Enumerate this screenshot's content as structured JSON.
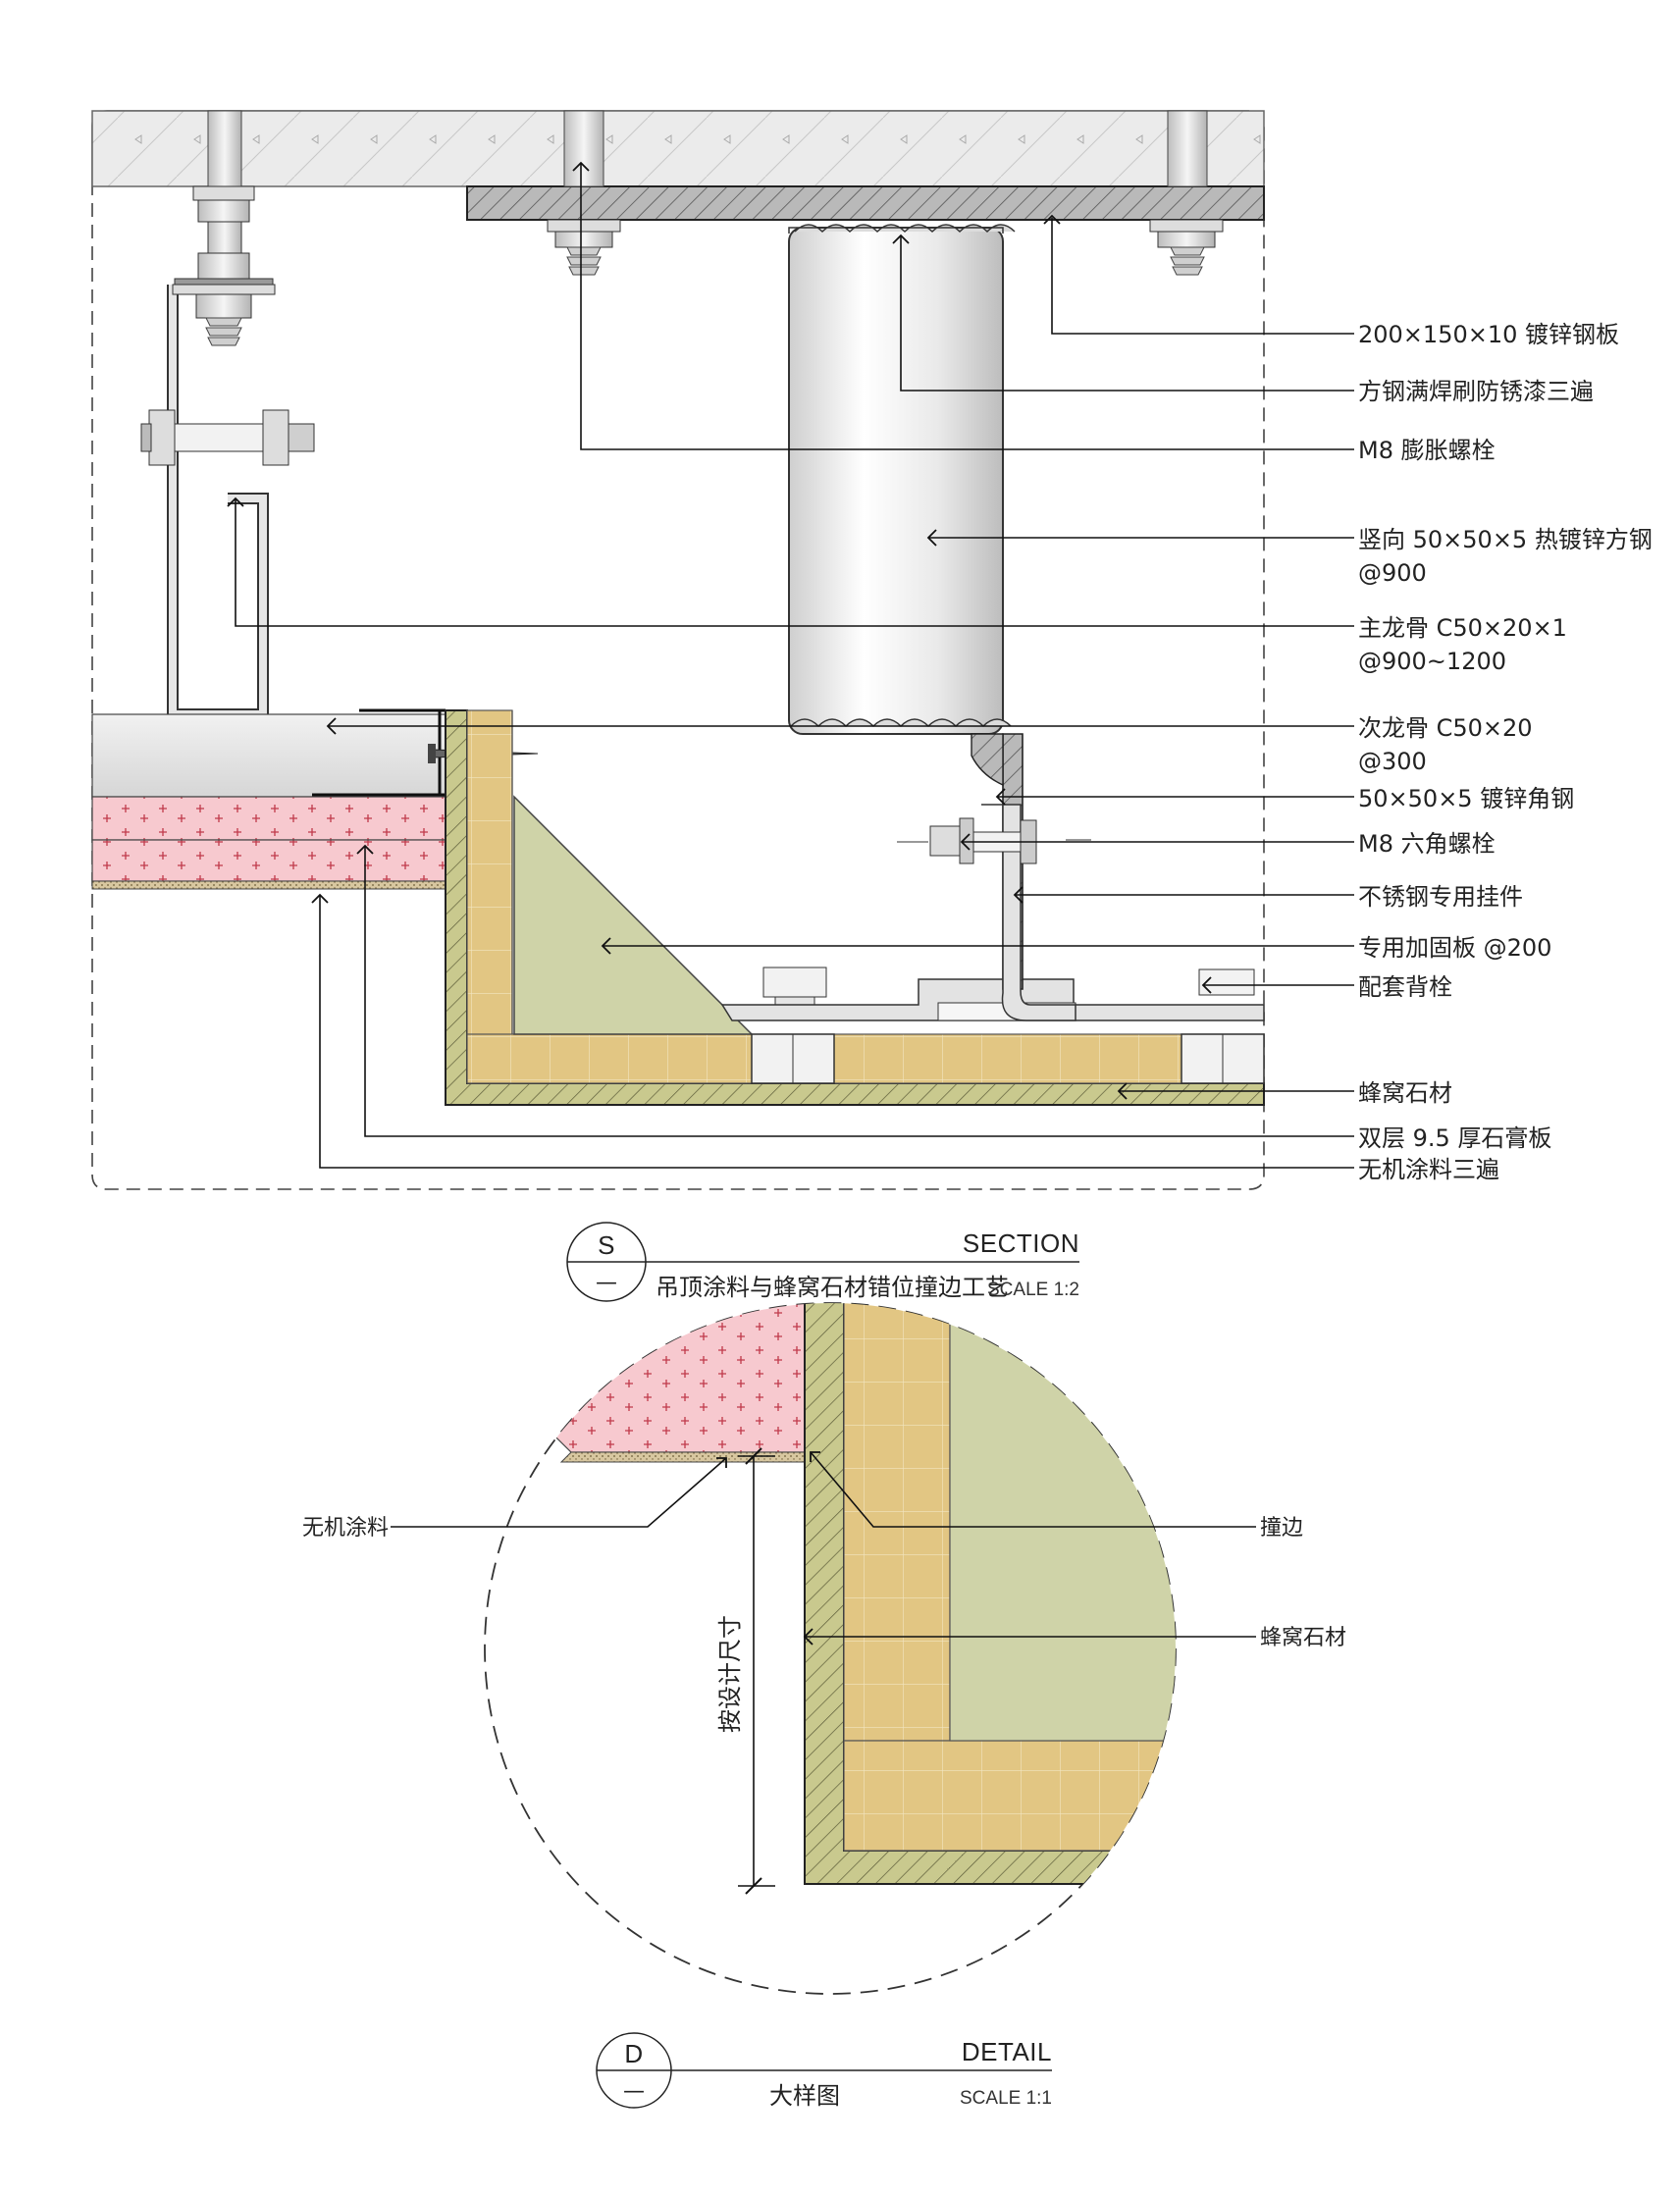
{
  "section": {
    "labels": [
      "200×150×10 镀锌钢板",
      "方钢满焊刷防锈漆三遍",
      "M8 膨胀螺栓",
      "竖向 50×50×5 热镀锌方钢",
      "@900",
      "主龙骨 C50×20×1",
      "@900~1200",
      "次龙骨 C50×20",
      "@300",
      "50×50×5 镀锌角钢",
      "M8 六角螺栓",
      "不锈钢专用挂件",
      "专用加固板 @200",
      "配套背栓",
      "蜂窝石材",
      "双层 9.5 厚石膏板",
      "无机涂料三遍"
    ],
    "title_block": {
      "symbol": "S",
      "symbol_sub": "—",
      "heading": "SECTION",
      "name": "吊顶涂料与蜂窝石材错位撞边工艺",
      "scale": "SCALE 1:2"
    }
  },
  "detail": {
    "labels": {
      "coating": "无机涂料",
      "edge": "撞边",
      "stone": "蜂窝石材",
      "dimension": "按设计尺寸"
    },
    "title_block": {
      "symbol": "D",
      "symbol_sub": "—",
      "heading": "DETAIL",
      "name": "大样图",
      "scale": "SCALE 1:1"
    }
  },
  "colors": {
    "concrete": "#e8e8e8",
    "steel_plate": "#a8a8a8",
    "gypsum": "#f7c9cf",
    "gypsum_cross": "#c0394a",
    "stone_yellow": "#e2c683",
    "stone_green": "#cfd3a8",
    "stone_outer": "#c9c98e",
    "galvanized": "#d9d9d9"
  }
}
